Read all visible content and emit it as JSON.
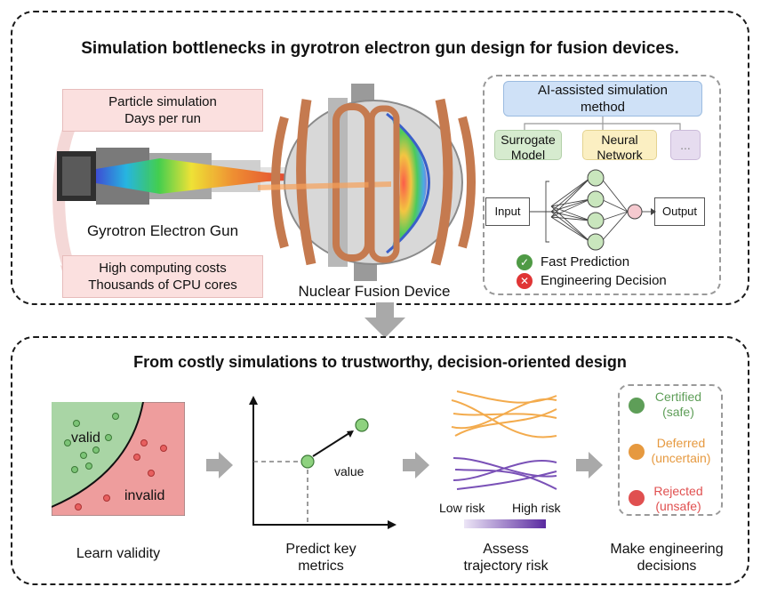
{
  "top": {
    "title": "Simulation bottlenecks in gyrotron electron gun design for fusion devices.",
    "box_particle": {
      "line1": "Particle simulation",
      "line2": "Days per run"
    },
    "box_computing": {
      "line1": "High computing costs",
      "line2": "Thousands of CPU cores"
    },
    "gun_label": "Gyrotron Electron Gun",
    "fusion_label": "Nuclear Fusion Device",
    "ai": {
      "title_line1": "AI-assisted simulation",
      "title_line2": "method",
      "surrogate_line1": "Surrogate",
      "surrogate_line2": "Model",
      "neural_line1": "Neural",
      "neural_line2": "Network",
      "more": "...",
      "input": "Input",
      "output": "Output",
      "fast_prediction": "Fast Prediction",
      "engineering_decision": "Engineering Decision"
    }
  },
  "bottom": {
    "title": "From costly simulations to trustworthy, decision-oriented design",
    "validity": {
      "valid": "valid",
      "invalid": "invalid",
      "caption": "Learn validity"
    },
    "metrics": {
      "value": "value",
      "caption_line1": "Predict key",
      "caption_line2": "metrics"
    },
    "risk": {
      "low": "Low risk",
      "high": "High risk",
      "caption_line1": "Assess",
      "caption_line2": "trajectory risk"
    },
    "decisions": {
      "certified_line1": "Certified",
      "certified_line2": "(safe)",
      "deferred_line1": "Deferred",
      "deferred_line2": "(uncertain)",
      "rejected_line1": "Rejected",
      "rejected_line2": "(unsafe)",
      "caption_line1": "Make engineering",
      "caption_line2": "decisions"
    }
  },
  "colors": {
    "certified": "#5e9e58",
    "deferred": "#e6993f",
    "rejected": "#e05050",
    "valid_region": "#a9d5a5",
    "invalid_region": "#ee9d9d",
    "copper": "#c57a4f"
  }
}
